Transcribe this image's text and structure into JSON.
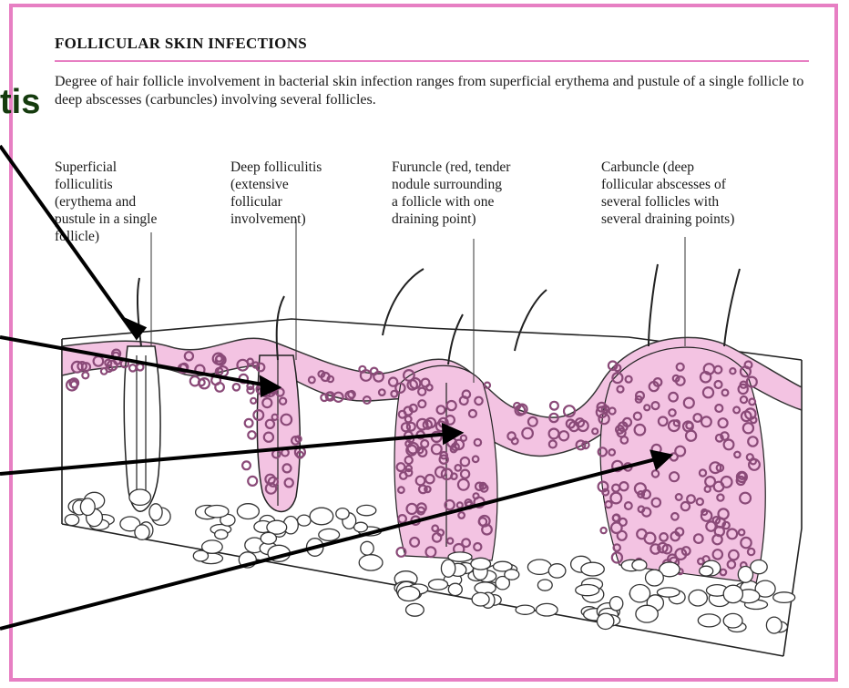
{
  "title": "FOLLICULAR SKIN INFECTIONS",
  "description": "Degree of hair follicle involvement in bacterial skin infection ranges from superficial erythema and pustule of a single follicle to deep abscesses (carbuncles) involving several follicles.",
  "cutoff_text": "tis",
  "labels": {
    "superficial": [
      "Superficial",
      "folliculitis",
      "(erythema and",
      "pustule in a single",
      "follicle)"
    ],
    "deep": [
      "Deep folliculitis",
      "(extensive",
      "follicular",
      "involvement)"
    ],
    "furuncle": [
      "Furuncle (red, tender",
      "nodule surrounding",
      "a follicle with one",
      "draining point)"
    ],
    "carbuncle": [
      "Carbuncle (deep",
      "follicular abscesses of",
      "several follicles with",
      "several draining points)"
    ]
  },
  "colors": {
    "frame": "#e77fc3",
    "skin": "#f3c3e2",
    "cell": "#8a4a78",
    "ink": "#1a1a1a"
  }
}
